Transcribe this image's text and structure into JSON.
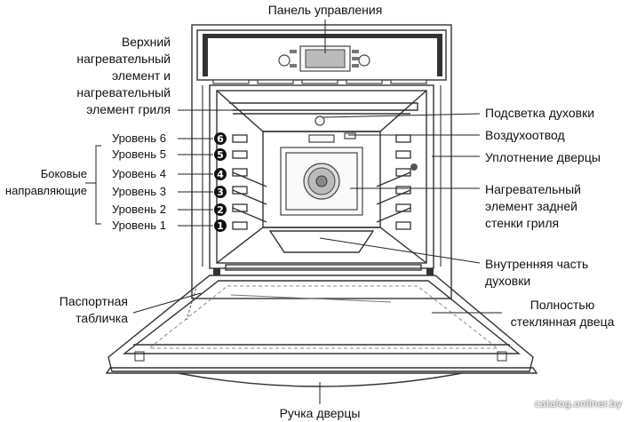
{
  "labels": {
    "control_panel": "Панель управления",
    "top_heater": [
      "Верхний",
      "нагревательный",
      "элемент и",
      "нагревательный",
      "элемент гриля"
    ],
    "side_guides": [
      "Боковые",
      "направляющие"
    ],
    "levels": [
      "Уровень 6",
      "Уровень 5",
      "Уровень 4",
      "Уровень 3",
      "Уровень 2",
      "Уровень 1"
    ],
    "level_numbers": [
      "6",
      "5",
      "4",
      "3",
      "2",
      "1"
    ],
    "oven_light": "Подсветка духовки",
    "vent": "Воздухоотвод",
    "door_seal": "Уплотнение дверцы",
    "rear_heater": [
      "Нагревательный",
      "элемент задней",
      "стенки гриля"
    ],
    "oven_interior": [
      "Внутренняя часть",
      "духовки"
    ],
    "rating_plate": [
      "Паспортная",
      "табличка"
    ],
    "glass_door": [
      "Полностью",
      "стеклянная двеца"
    ],
    "door_handle": "Ручка дверцы"
  },
  "watermark": "catalog.onliner.by"
}
